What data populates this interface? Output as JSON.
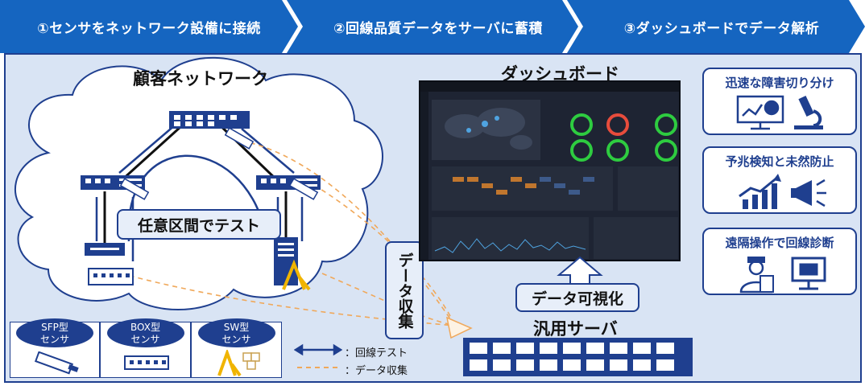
{
  "steps": [
    {
      "label": "①センサをネットワーク設備に接続"
    },
    {
      "label": "②回線品質データをサーバに蓄積"
    },
    {
      "label": "③ダッシュボードでデータ解析"
    }
  ],
  "network": {
    "title": "顧客ネットワーク",
    "test_label": "任意区間でテスト"
  },
  "dashboard": {
    "title": "ダッシュボード",
    "visualize_label": "データ可視化"
  },
  "collect_label": "データ収集",
  "server_label": "汎用サーバ",
  "features": [
    {
      "title": "迅速な障害切り分け",
      "icons": [
        "monitor-chart-icon",
        "microscope-icon"
      ]
    },
    {
      "title": "予兆検知と未然防止",
      "icons": [
        "rising-chart-icon",
        "megaphone-icon"
      ]
    },
    {
      "title": "遠隔操作で回線診断",
      "icons": [
        "technician-clipboard-icon",
        "monitor-icon"
      ]
    }
  ],
  "sensors": [
    {
      "type": "SFP型",
      "sub": "センサ",
      "icon": "sfp-module-icon"
    },
    {
      "type": "BOX型",
      "sub": "センサ",
      "icon": "box-sensor-icon"
    },
    {
      "type": "SW型",
      "sub": "センサ",
      "icon": "software-sensor-icon"
    }
  ],
  "legend": {
    "test": "：回線テスト",
    "collect": "：データ収集"
  },
  "colors": {
    "navy": "#1f3f8f",
    "step_blue": "#1565c0",
    "panel_bg": "#d9e4f4",
    "dash_orange": "#f0a85a",
    "sw_yellow": "#f0b400"
  }
}
